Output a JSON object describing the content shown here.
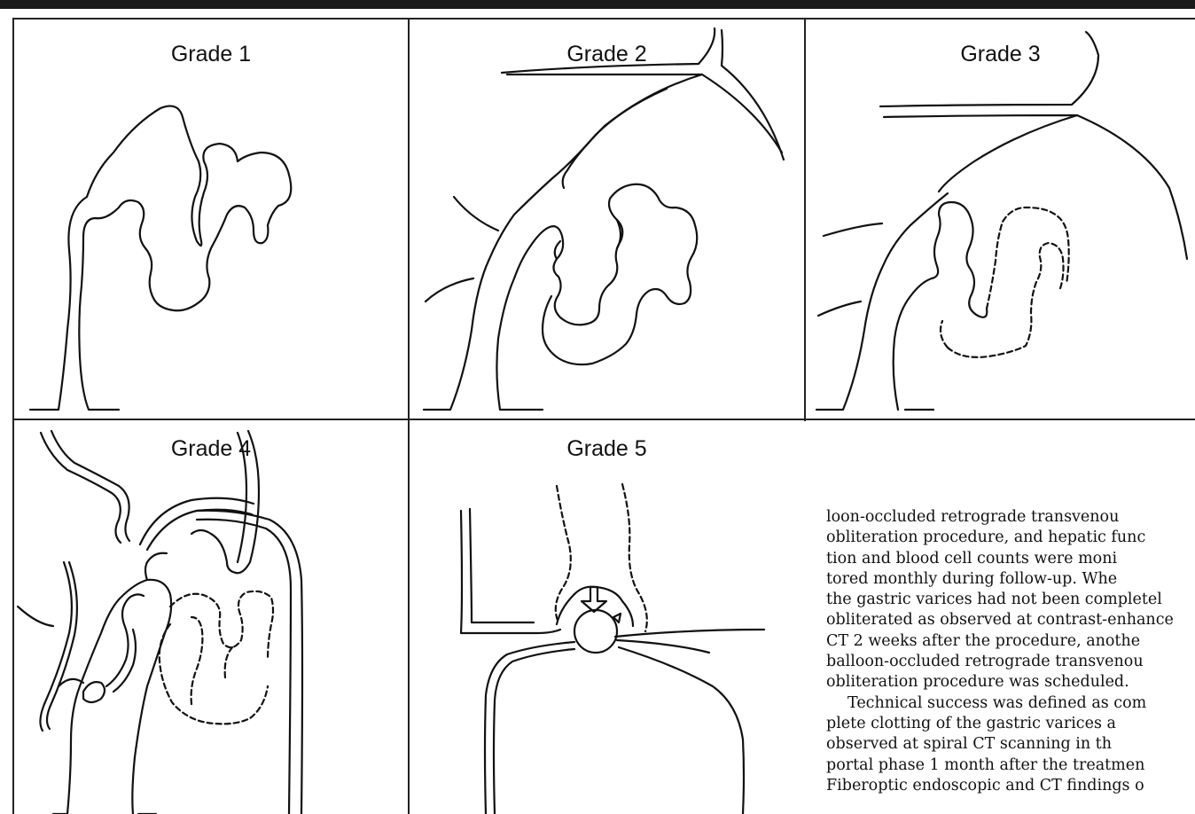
{
  "figure": {
    "panels": [
      {
        "label": "Grade 1"
      },
      {
        "label": "Grade 2"
      },
      {
        "label": "Grade 3"
      },
      {
        "label": "Grade 4"
      },
      {
        "label": "Grade 5"
      }
    ]
  },
  "body_text": {
    "lines": [
      "loon-occluded retrograde transvenou",
      "obliteration procedure, and hepatic func",
      "tion and blood cell counts were moni",
      "tored monthly during follow-up. Whe",
      "the gastric varices had not been completel",
      "obliterated as observed at contrast-enhance",
      "CT 2 weeks after the procedure, anothe",
      "balloon-occluded retrograde transvenou",
      "obliteration procedure was scheduled.",
      "Technical success was defined as com",
      "plete clotting of the gastric varices a",
      "observed at spiral CT scanning in th",
      "portal phase 1 month after the treatmen",
      "Fiberoptic endoscopic and CT findings o"
    ]
  }
}
